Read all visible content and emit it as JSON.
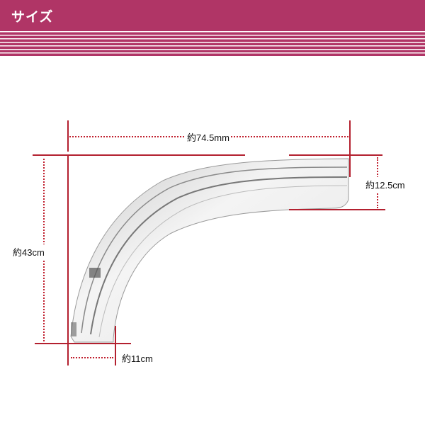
{
  "header": {
    "title": "サイズ",
    "background_color": "#b03566"
  },
  "dimensions": {
    "width_top": "約74.5mm",
    "height_right": "約12.5cm",
    "height_left": "約43cm",
    "width_bottom": "約11cm"
  },
  "colors": {
    "dimension_line": "#b3202f"
  },
  "image": {
    "subject": "chrome-fender-trim"
  }
}
